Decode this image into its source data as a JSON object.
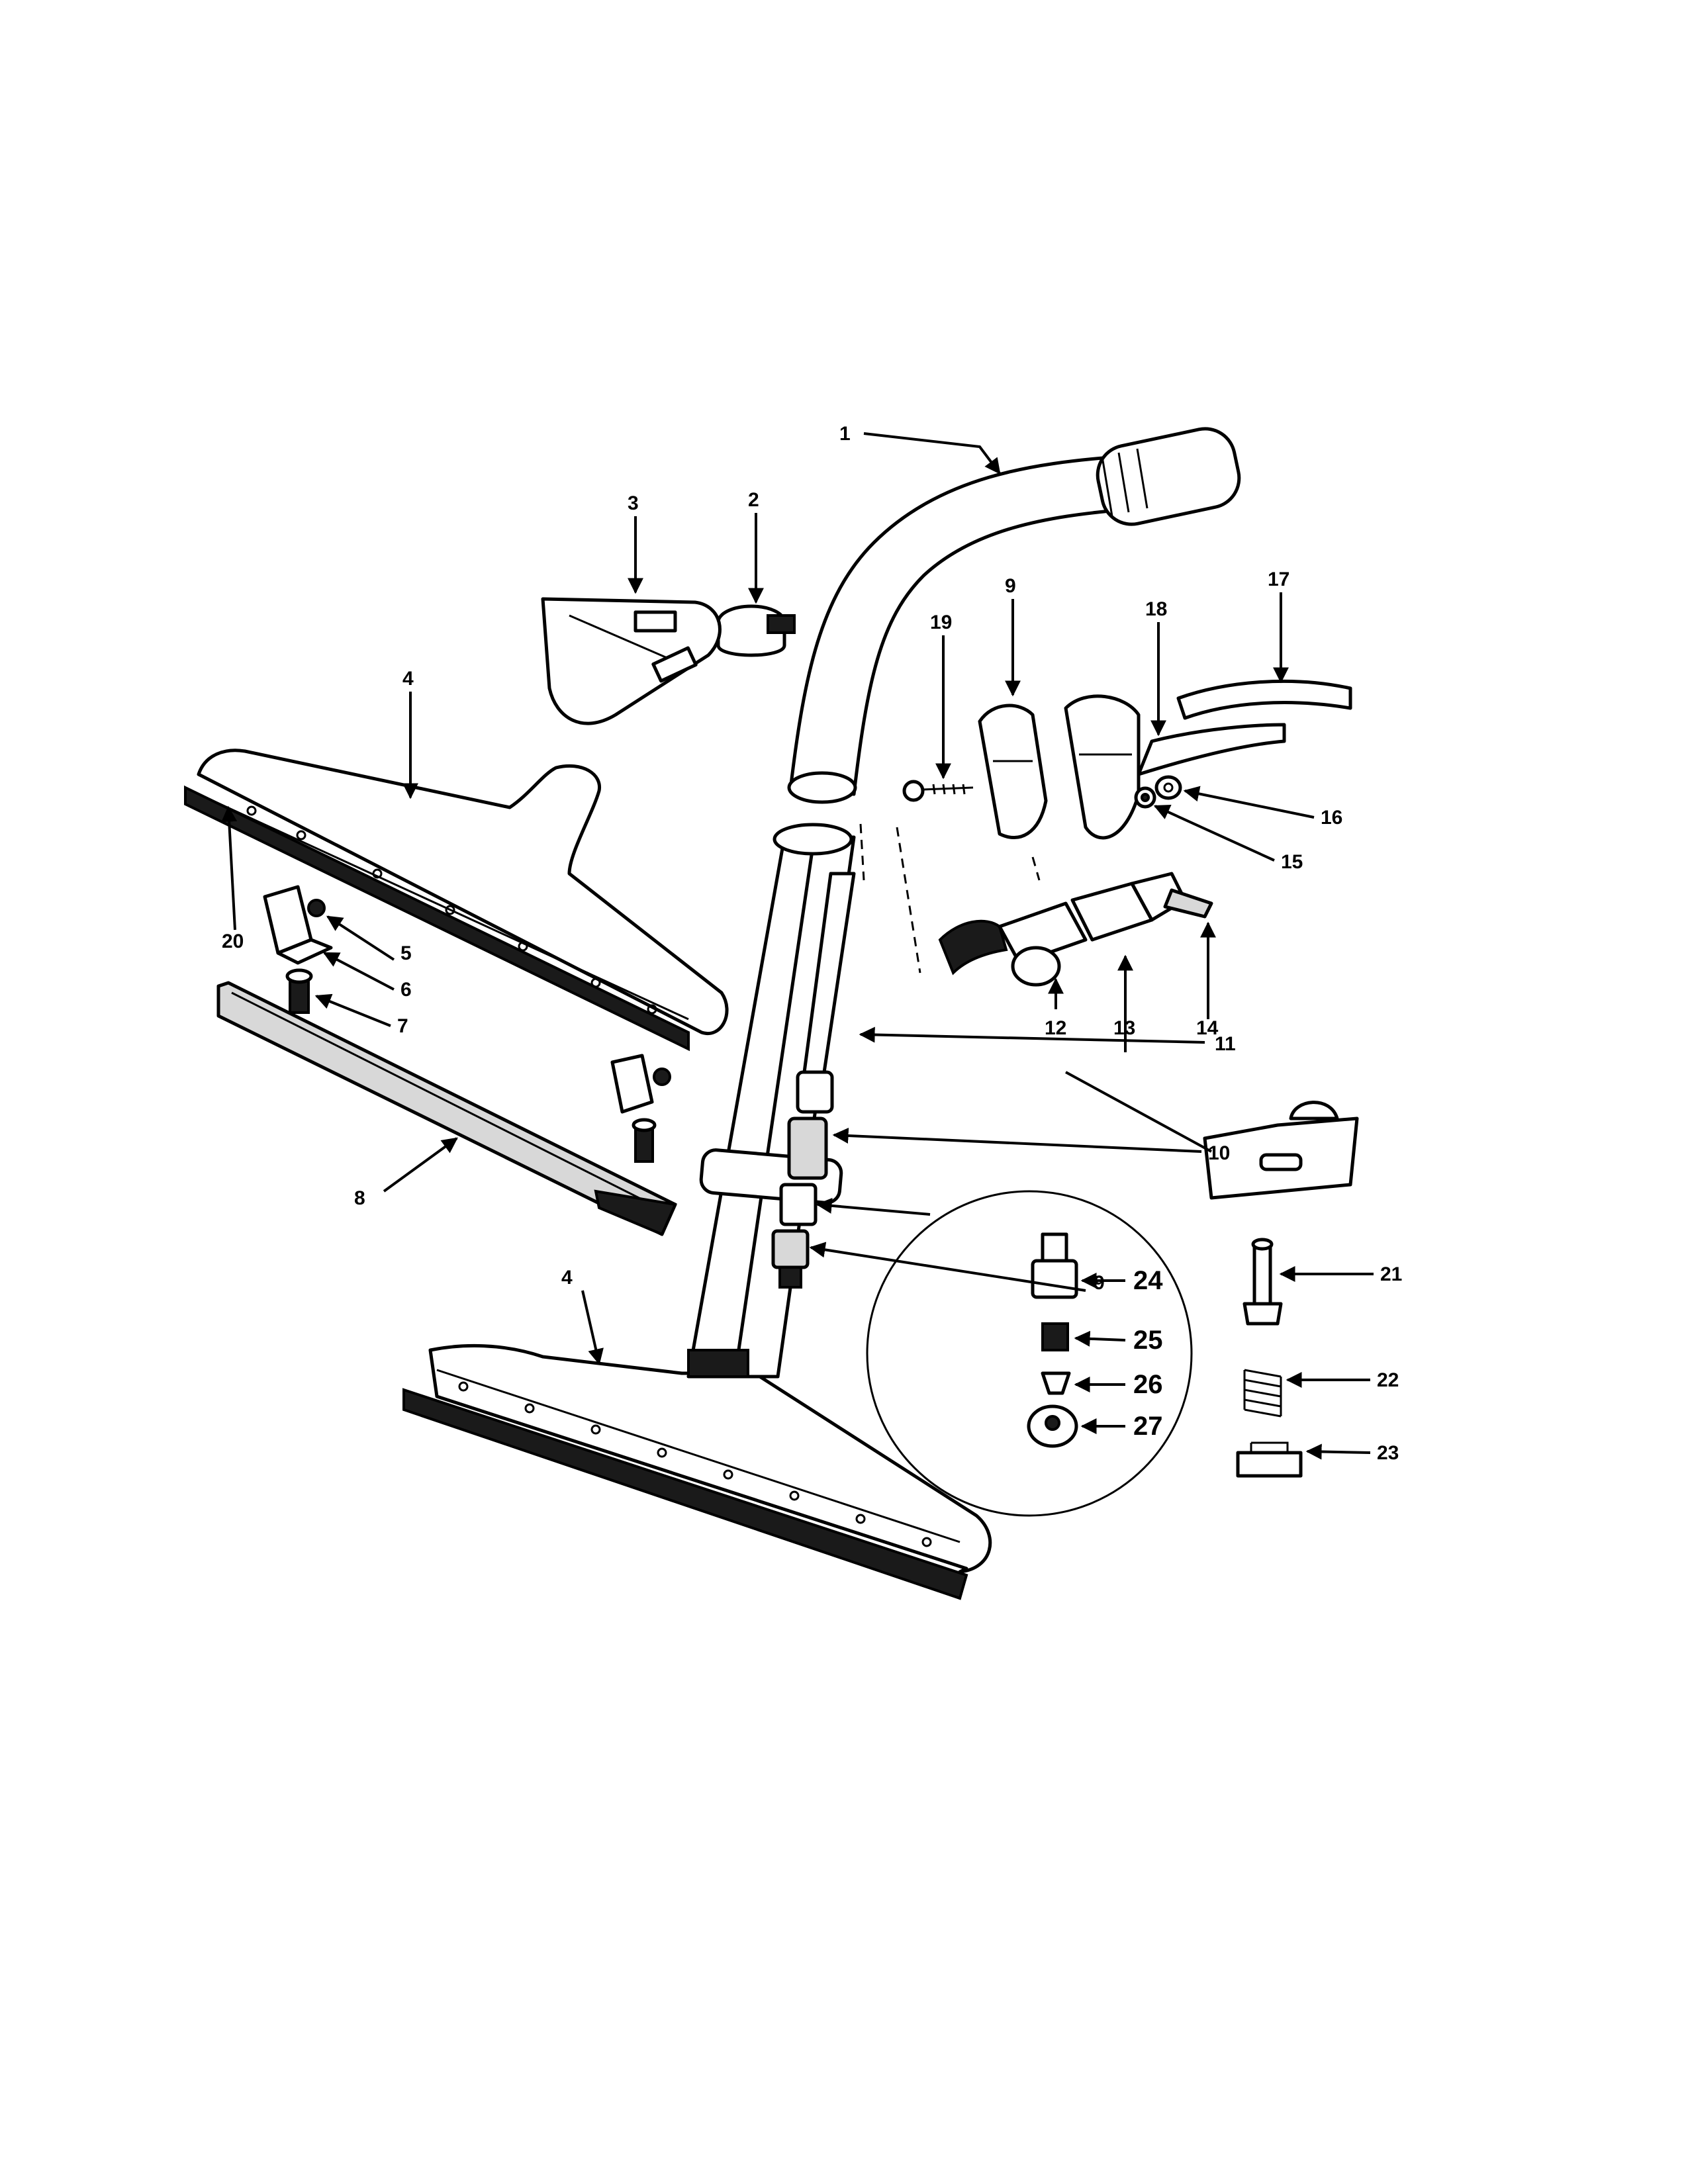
{
  "callouts": {
    "c1": "1",
    "c2": "2",
    "c3": "3",
    "c4a": "4",
    "c4b": "4",
    "c5": "5",
    "c6": "6",
    "c7": "7",
    "c8": "8",
    "c9a": "9",
    "c9b": "9",
    "c10": "10",
    "c11": "11",
    "c12": "12",
    "c13": "13",
    "c14": "14",
    "c15": "15",
    "c16": "16",
    "c17": "17",
    "c18": "18",
    "c19": "19",
    "c20": "20",
    "c21": "21",
    "c22": "22",
    "c23": "23",
    "c24": "24",
    "c25": "25",
    "c26": "26",
    "c27": "27"
  }
}
